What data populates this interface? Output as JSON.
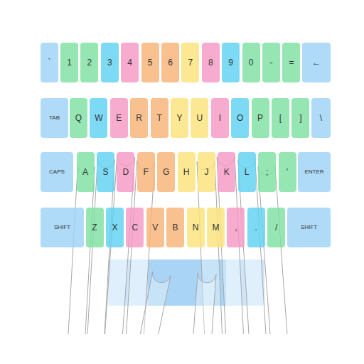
{
  "diagram": {
    "nodes": [
      {
        "text": [
          "`"
        ]
      },
      {
        "text": [
          "1"
        ]
      },
      {
        "text": [
          "2"
        ]
      },
      {
        "text": [
          "3"
        ]
      },
      {
        "text": [
          "4"
        ]
      },
      {
        "text": [
          "5"
        ]
      },
      {
        "text": [
          "6"
        ]
      },
      {
        "text": [
          "7"
        ]
      },
      {
        "text": [
          "8"
        ]
      },
      {
        "text": [
          "9"
        ]
      },
      {
        "text": [
          "0"
        ]
      },
      {
        "text": [
          "-"
        ]
      },
      {
        "text": [
          "="
        ]
      },
      {
        "text": [
          "←"
        ]
      },
      {
        "text": [
          "TAB"
        ]
      },
      {
        "text": [
          "Q"
        ]
      },
      {
        "text": [
          "W"
        ]
      },
      {
        "text": [
          "E"
        ]
      },
      {
        "text": [
          "R"
        ]
      },
      {
        "text": [
          "T"
        ]
      },
      {
        "text": [
          "Y"
        ]
      },
      {
        "text": [
          "U"
        ]
      },
      {
        "text": [
          "I"
        ]
      },
      {
        "text": [
          "O"
        ]
      },
      {
        "text": [
          "P"
        ]
      },
      {
        "text": [
          "["
        ]
      },
      {
        "text": [
          "]"
        ]
      },
      {
        "text": [
          "\\"
        ]
      },
      {
        "text": [
          "CAPS"
        ]
      },
      {
        "text": [
          "A"
        ]
      },
      {
        "text": [
          "S"
        ]
      },
      {
        "text": [
          "D"
        ]
      },
      {
        "text": [
          "F"
        ]
      },
      {
        "text": [
          "G"
        ]
      },
      {
        "text": [
          "H"
        ]
      },
      {
        "text": [
          "J"
        ]
      },
      {
        "text": [
          "K"
        ]
      },
      {
        "text": [
          "L"
        ]
      },
      {
        "text": [
          ";"
        ]
      },
      {
        "text": [
          "'"
        ]
      },
      {
        "text": [
          "ENTER"
        ]
      },
      {
        "text": [
          "SHIFT"
        ]
      },
      {
        "text": [
          "Z"
        ]
      },
      {
        "text": [
          "X"
        ]
      },
      {
        "text": [
          "C"
        ]
      },
      {
        "text": [
          "V"
        ]
      },
      {
        "text": [
          "B"
        ]
      },
      {
        "text": [
          "N"
        ]
      },
      {
        "text": [
          "M"
        ]
      },
      {
        "text": [
          ","
        ]
      },
      {
        "text": [
          "."
        ]
      },
      {
        "text": [
          "/"
        ]
      },
      {
        "text": [
          "SHIFT"
        ]
      }
    ]
  }
}
